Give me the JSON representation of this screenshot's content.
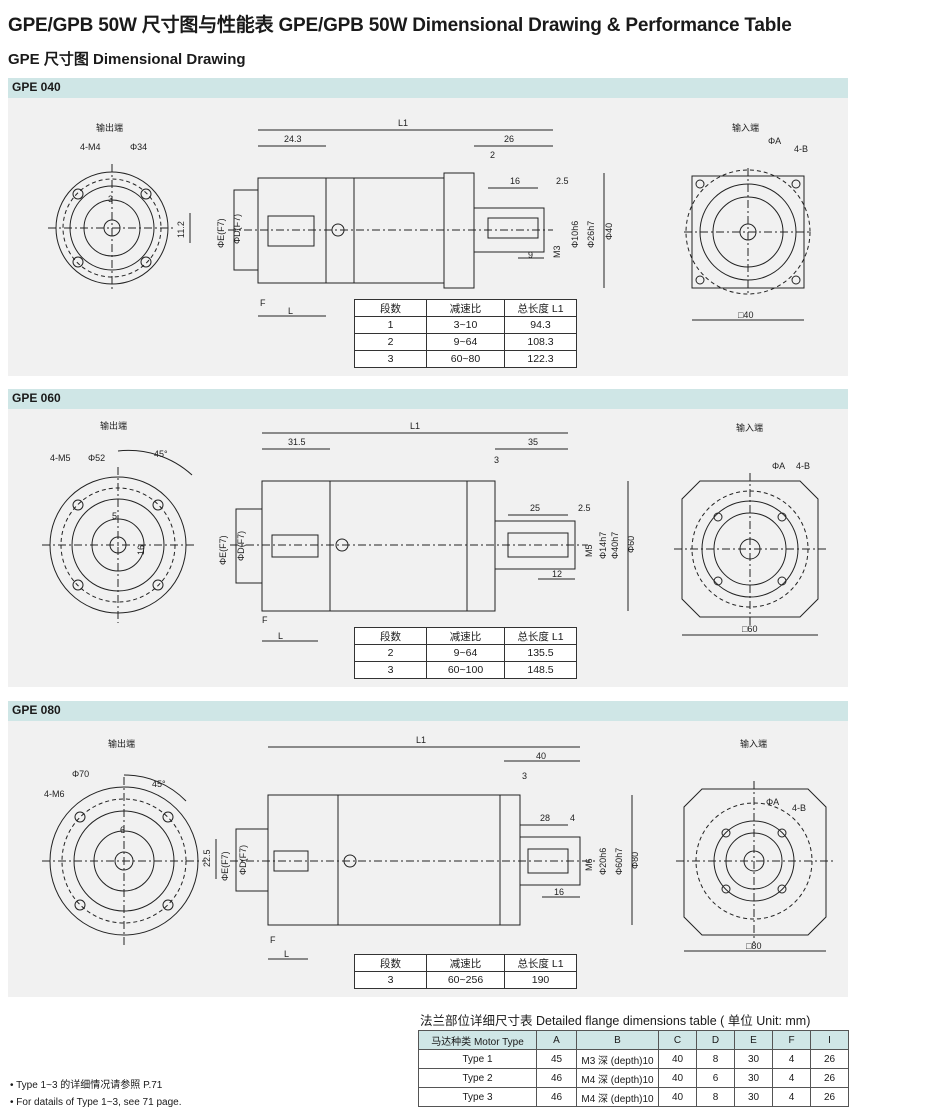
{
  "title": "GPE/GPB 50W 尺寸图与性能表 GPE/GPB 50W Dimensional Drawing & Performance Table",
  "subtitle": "GPE 尺寸图 Dimensional Drawing",
  "sections": [
    {
      "name": "GPE 040",
      "output_label": "输出端",
      "input_label": "输入端",
      "dims": {
        "l1": "L1",
        "d1": "24.3",
        "d2": "26",
        "d3": "2",
        "d4": "16",
        "d5": "2.5",
        "d6": "9",
        "h1": "11.2",
        "h2": "Φ10h6",
        "h3": "Φ26h7",
        "h4": "Φ40",
        "h5": "M3",
        "bolt": "4-M4",
        "pcd": "Φ34",
        "k": "3",
        "in_a": "ΦA",
        "in_b": "4-B",
        "sq": "□40",
        "f": "F",
        "l": "L",
        "e": "ΦE(F7)",
        "d": "ΦD(F7)"
      },
      "table": {
        "headers": [
          "段数",
          "减速比",
          "总长度 L1"
        ],
        "rows": [
          [
            "1",
            "3~10",
            "94.3"
          ],
          [
            "2",
            "9~64",
            "108.3"
          ],
          [
            "3",
            "60~80",
            "122.3"
          ]
        ]
      }
    },
    {
      "name": "GPE 060",
      "output_label": "输出端",
      "input_label": "输入端",
      "dims": {
        "l1": "L1",
        "d1": "31.5",
        "d2": "35",
        "d3": "3",
        "d4": "25",
        "d5": "2.5",
        "d6": "12",
        "h1": "16",
        "h2": "Φ14h7",
        "h3": "Φ40h7",
        "h4": "Φ60",
        "h5": "M5",
        "bolt": "4-M5",
        "pcd": "Φ52",
        "k": "5",
        "ang": "45°",
        "in_a": "ΦA",
        "in_b": "4-B",
        "sq": "□60",
        "f": "F",
        "l": "L",
        "e": "ΦE(F7)",
        "d": "ΦD(F7)"
      },
      "table": {
        "headers": [
          "段数",
          "减速比",
          "总长度 L1"
        ],
        "rows": [
          [
            "2",
            "9~64",
            "135.5"
          ],
          [
            "3",
            "60~100",
            "148.5"
          ]
        ]
      }
    },
    {
      "name": "GPE 080",
      "output_label": "输出端",
      "input_label": "输入端",
      "dims": {
        "l1": "L1",
        "d1": "40",
        "d3": "3",
        "d4": "28",
        "d5": "4",
        "d6": "16",
        "h1": "22.5",
        "h2": "Φ20h6",
        "h3": "Φ60h7",
        "h4": "Φ80",
        "h5": "M6",
        "bolt": "4-M6",
        "pcd": "Φ70",
        "k": "6",
        "ang": "45°",
        "in_a": "ΦA",
        "in_b": "4-B",
        "sq": "□80",
        "f": "F",
        "l": "L",
        "e": "ΦE(F7)",
        "d": "ΦD(F7)"
      },
      "table": {
        "headers": [
          "段数",
          "减速比",
          "总长度 L1"
        ],
        "rows": [
          [
            "3",
            "60~256",
            "190"
          ]
        ]
      }
    }
  ],
  "flange": {
    "title": "法兰部位详细尺寸表 Detailed flange dimensions table ( 单位 Unit: mm)",
    "headers": [
      "马达种类 Motor Type",
      "A",
      "B",
      "C",
      "D",
      "E",
      "F",
      "I"
    ],
    "rows": [
      [
        "Type 1",
        "45",
        "M3 深 (depth)10",
        "40",
        "8",
        "30",
        "4",
        "26"
      ],
      [
        "Type 2",
        "46",
        "M4 深 (depth)10",
        "40",
        "6",
        "30",
        "4",
        "26"
      ],
      [
        "Type 3",
        "46",
        "M4 深 (depth)10",
        "40",
        "8",
        "30",
        "4",
        "26"
      ]
    ]
  },
  "notes": [
    "• Type 1~3 的详细情况请参照 P.71",
    "• For datails of Type 1~3, see 71 page."
  ]
}
